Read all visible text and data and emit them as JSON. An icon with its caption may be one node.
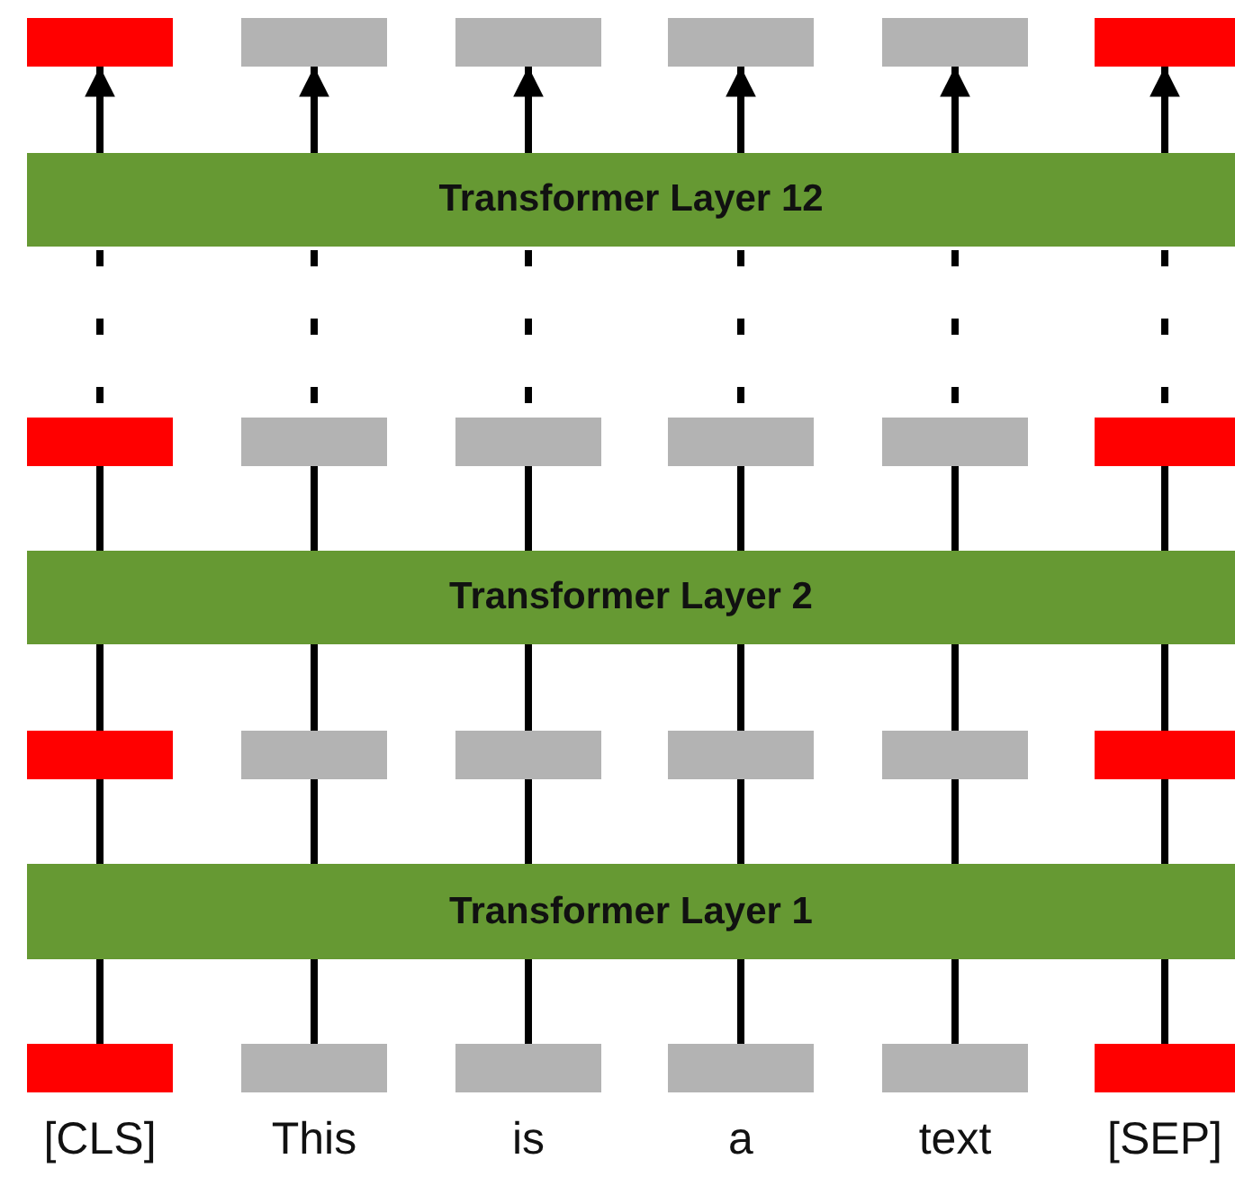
{
  "diagram": {
    "nodes": [
      {
        "text": [],
        "shape": "bar"
      },
      {
        "text": [],
        "shape": "bar"
      },
      {
        "text": [],
        "shape": "bar"
      },
      {
        "text": [],
        "shape": "bar"
      },
      {
        "text": [],
        "shape": "bar"
      },
      {
        "text": [],
        "shape": "bar"
      },
      {
        "text": [
          "Transformer Layer 12"
        ]
      },
      {
        "text": [],
        "shape": "bar"
      },
      {
        "text": [],
        "shape": "bar"
      },
      {
        "text": [],
        "shape": "bar"
      },
      {
        "text": [],
        "shape": "bar"
      },
      {
        "text": [],
        "shape": "bar"
      },
      {
        "text": [],
        "shape": "bar"
      },
      {
        "text": [
          "Transformer Layer 2"
        ]
      },
      {
        "text": [],
        "shape": "bar"
      },
      {
        "text": [],
        "shape": "bar"
      },
      {
        "text": [],
        "shape": "bar"
      },
      {
        "text": [],
        "shape": "bar"
      },
      {
        "text": [],
        "shape": "bar"
      },
      {
        "text": [],
        "shape": "bar"
      },
      {
        "text": [
          "Transformer Layer 1"
        ]
      },
      {
        "text": [],
        "shape": "bar",
        "beside": [
          "[CLS]"
        ]
      },
      {
        "text": [],
        "shape": "bar",
        "beside": [
          "This"
        ]
      },
      {
        "text": [],
        "shape": "bar",
        "beside": [
          "is"
        ]
      },
      {
        "text": [],
        "shape": "bar",
        "beside": [
          "a"
        ]
      },
      {
        "text": [],
        "shape": "bar",
        "beside": [
          "text"
        ]
      },
      {
        "text": [],
        "shape": "bar",
        "beside": [
          "[SEP]"
        ]
      }
    ],
    "edges": [
      {
        "from": 21,
        "to": 20,
        "arrow": "none"
      },
      {
        "from": 22,
        "to": 20,
        "arrow": "none"
      },
      {
        "from": 23,
        "to": 20,
        "arrow": "none"
      },
      {
        "from": 24,
        "to": 20,
        "arrow": "none"
      },
      {
        "from": 25,
        "to": 20,
        "arrow": "none"
      },
      {
        "from": 26,
        "to": 20,
        "arrow": "none"
      },
      {
        "from": 20,
        "to": 14,
        "arrow": "none"
      },
      {
        "from": 20,
        "to": 15,
        "arrow": "none"
      },
      {
        "from": 20,
        "to": 16,
        "arrow": "none"
      },
      {
        "from": 20,
        "to": 17,
        "arrow": "none"
      },
      {
        "from": 20,
        "to": 18,
        "arrow": "none"
      },
      {
        "from": 20,
        "to": 19,
        "arrow": "none"
      },
      {
        "from": 14,
        "to": 13,
        "arrow": "none"
      },
      {
        "from": 15,
        "to": 13,
        "arrow": "none"
      },
      {
        "from": 16,
        "to": 13,
        "arrow": "none"
      },
      {
        "from": 17,
        "to": 13,
        "arrow": "none"
      },
      {
        "from": 18,
        "to": 13,
        "arrow": "none"
      },
      {
        "from": 19,
        "to": 13,
        "arrow": "none"
      },
      {
        "from": 13,
        "to": 7,
        "arrow": "none"
      },
      {
        "from": 13,
        "to": 8,
        "arrow": "none"
      },
      {
        "from": 13,
        "to": 9,
        "arrow": "none"
      },
      {
        "from": 13,
        "to": 10,
        "arrow": "none"
      },
      {
        "from": 13,
        "to": 11,
        "arrow": "none"
      },
      {
        "from": 13,
        "to": 12,
        "arrow": "none"
      },
      {
        "from": 7,
        "to": 6,
        "arrow": "none",
        "style": "dashed"
      },
      {
        "from": 8,
        "to": 6,
        "arrow": "none",
        "style": "dashed"
      },
      {
        "from": 9,
        "to": 6,
        "arrow": "none",
        "style": "dashed"
      },
      {
        "from": 10,
        "to": 6,
        "arrow": "none",
        "style": "dashed"
      },
      {
        "from": 11,
        "to": 6,
        "arrow": "none",
        "style": "dashed"
      },
      {
        "from": 12,
        "to": 6,
        "arrow": "none",
        "style": "dashed"
      },
      {
        "from": 6,
        "to": 0,
        "arrow": "to"
      },
      {
        "from": 6,
        "to": 1,
        "arrow": "to"
      },
      {
        "from": 6,
        "to": 2,
        "arrow": "to"
      },
      {
        "from": 6,
        "to": 3,
        "arrow": "to"
      },
      {
        "from": 6,
        "to": 4,
        "arrow": "to"
      },
      {
        "from": 6,
        "to": 5,
        "arrow": "to"
      }
    ]
  }
}
